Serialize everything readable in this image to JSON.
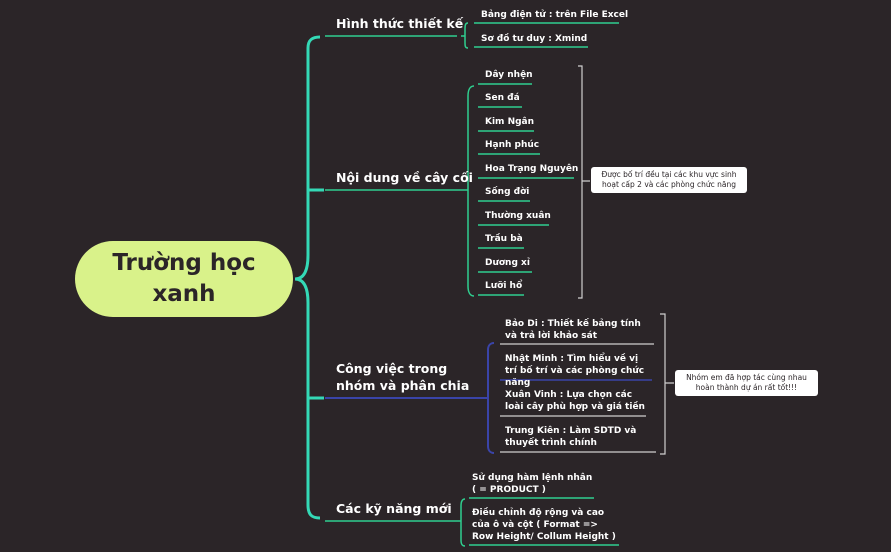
{
  "root": {
    "line1": "Trường học",
    "line2": "xanh"
  },
  "colors": {
    "root": "#d9f28a",
    "green": "#2fcf8f",
    "teal": "#34d9b6",
    "blue": "#3a44a8",
    "light": "#cfcfcf",
    "background": "#2b2528"
  },
  "branches": [
    {
      "label": "Hình thức thiết kế",
      "items": [
        "Bảng điện tử : trên File Excel",
        "Sơ đồ tư duy : Xmind"
      ]
    },
    {
      "label": "Nội dung về cây cối",
      "items": [
        "Dây nhện",
        "Sen đá",
        "Kim Ngân",
        "Hạnh phúc",
        "Hoa Trạng Nguyên",
        "Sống đời",
        "Thường xuân",
        "Trầu bà",
        "Dương xỉ",
        "Lưỡi hổ"
      ],
      "note": "Được bố trí đều tại các khu vực sinh hoạt cấp 2 và các phòng chức năng"
    },
    {
      "label": "Công việc trong nhóm và phân chia",
      "items": [
        "Bảo Di : Thiết kế bảng tính và trả lời khảo sát",
        "Nhật Minh : Tìm hiểu về vị trí bố trí và các phòng chức năng",
        "Xuân Vinh : Lựa chọn các loài cây phù hợp  và giá tiền",
        "Trung Kiên : Làm SDTD và thuyết trình chính"
      ],
      "note": "Nhóm em đã hợp tác cùng nhau hoàn thành dự án rất tốt!!!"
    },
    {
      "label": "Các kỹ năng mới",
      "items": [
        "Sử dụng hàm lệnh nhân ( = PRODUCT )",
        "Điều chỉnh độ rộng và cao của ô và cột (  Format => Row Height/ Collum Height )"
      ]
    }
  ]
}
